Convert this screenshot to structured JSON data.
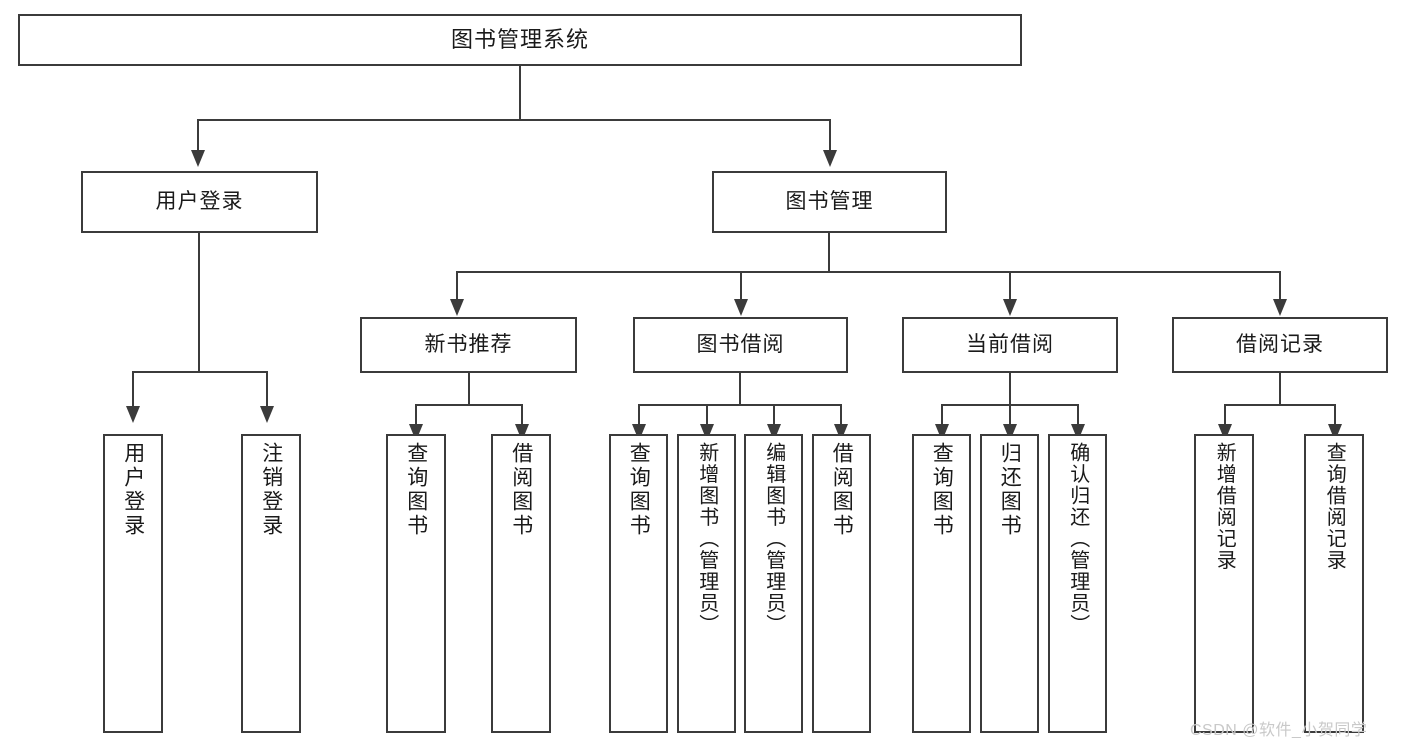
{
  "diagram": {
    "type": "hierarchy-tree",
    "title": "图书管理系统",
    "root": {
      "label": "图书管理系统"
    },
    "level2": [
      {
        "label": "用户登录"
      },
      {
        "label": "图书管理"
      }
    ],
    "level3": [
      {
        "label": "新书推荐"
      },
      {
        "label": "图书借阅"
      },
      {
        "label": "当前借阅"
      },
      {
        "label": "借阅记录"
      }
    ],
    "leaves": {
      "user_login": [
        {
          "label": "用户登录"
        },
        {
          "label": "注销登录"
        }
      ],
      "new_book_recommend": [
        {
          "label": "查询图书"
        },
        {
          "label": "借阅图书"
        }
      ],
      "book_borrow": [
        {
          "label": "查询图书"
        },
        {
          "label": "新增图书（管理员）"
        },
        {
          "label": "编辑图书（管理员）"
        },
        {
          "label": "借阅图书"
        }
      ],
      "current_borrow": [
        {
          "label": "查询图书"
        },
        {
          "label": "归还图书"
        },
        {
          "label": "确认归还（管理员）"
        }
      ],
      "borrow_record": [
        {
          "label": "新增借阅记录"
        },
        {
          "label": "查询借阅记录"
        }
      ]
    }
  },
  "watermark": {
    "text": "CSDN @软件_小贺同学"
  },
  "colors": {
    "stroke": "#3b3b3b",
    "background": "#ffffff",
    "text": "#1a1a1a",
    "watermark": "#c9c9c9"
  }
}
